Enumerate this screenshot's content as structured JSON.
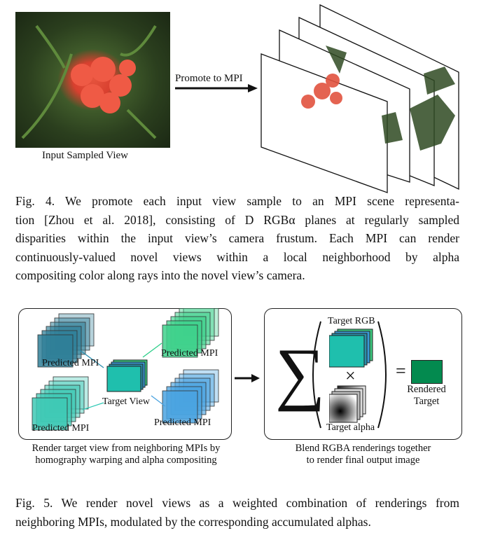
{
  "fig4": {
    "input_label": "Input Sampled View",
    "arrow_label": "Promote to MPI",
    "caption_lines": [
      "Fig. 4.  We promote each input view sample to an MPI scene representa-",
      "tion [Zhou et al. 2018], consisting of D RGBα planes at regularly sampled",
      "disparities within the input view’s camera frustum. Each MPI can render",
      "continuously-valued novel views within a local neighborhood by alpha",
      "compositing color along rays into the novel view’s camera."
    ]
  },
  "fig5": {
    "left_panel": {
      "mpi_labels": [
        "Predicted MPI",
        "Predicted MPI",
        "Predicted MPI",
        "Predicted MPI"
      ],
      "target_label": "Target View",
      "subcaption": [
        "Render target view from neighboring MPIs by",
        "homography warping and alpha compositing"
      ]
    },
    "right_panel": {
      "sum_symbol": "∑",
      "rgb_label": "Target RGB",
      "times_symbol": "×",
      "equals_symbol": "=",
      "alpha_label": "Target alpha",
      "rendered_label": [
        "Rendered",
        "Target"
      ],
      "subcaption": [
        "Blend RGBA renderings together",
        "to render final output image"
      ]
    },
    "caption_lines": [
      "Fig. 5.  We render novel views as a weighted combination of renderings from",
      "neighboring MPIs, modulated by the corresponding accumulated alphas."
    ],
    "colors": {
      "teal": "#1fbfad",
      "rendered": "#038a4f"
    }
  }
}
